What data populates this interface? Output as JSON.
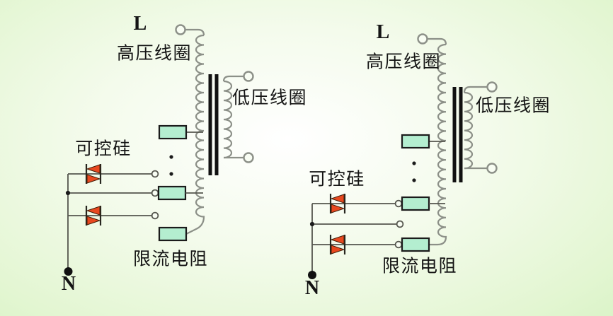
{
  "figure": {
    "title": "thyristor-tapped-transformer-comparison",
    "background": {
      "center": "#fdfef9",
      "edge": "#c6eeb2"
    },
    "colors": {
      "wire": "#55564e",
      "coil": "#8c9088",
      "core": "#111111",
      "resistor_fill": "#b4eed0",
      "resistor_border": "#1b1b1b",
      "thyristor_fill": "#e8481f",
      "thyristor_outline": "#46200a",
      "label_text": "#141414"
    },
    "icons": {
      "thyristor": "anti-parallel-scr-dual-triangle",
      "terminal": "open-circle",
      "junction": "filled-dot",
      "tap_ellipsis": "vertical-dots"
    },
    "diagrams": [
      {
        "labels": {
          "live": "L",
          "neutral": "N",
          "hv_coil": "高压线圈",
          "lv_coil": "低压线圈",
          "thyristor": "可控硅",
          "limit_resistor": "限流电阻"
        }
      },
      {
        "labels": {
          "live": "L",
          "neutral": "N",
          "hv_coil": "高压线圈",
          "lv_coil": "低压线圈",
          "thyristor": "可控硅",
          "limit_resistor": "限流电阻"
        }
      }
    ]
  }
}
